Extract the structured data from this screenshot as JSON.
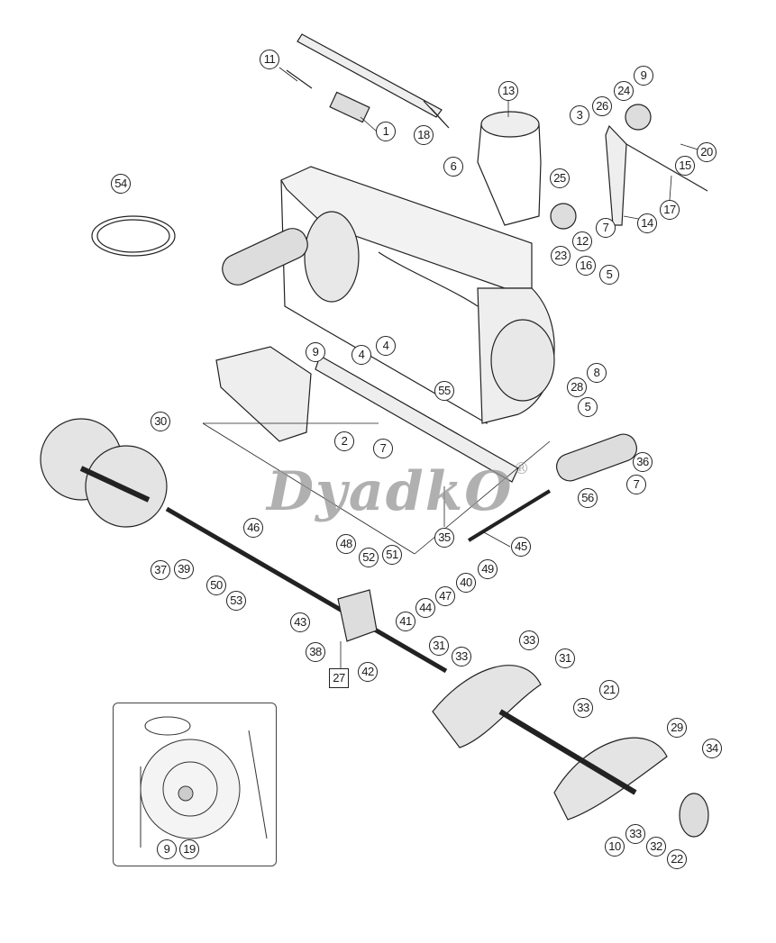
{
  "watermark": {
    "text": "DyadkO",
    "mark": "®"
  },
  "callouts": [
    {
      "id": "11"
    },
    {
      "id": "1"
    },
    {
      "id": "18"
    },
    {
      "id": "13"
    },
    {
      "id": "9"
    },
    {
      "id": "24"
    },
    {
      "id": "26"
    },
    {
      "id": "3"
    },
    {
      "id": "20"
    },
    {
      "id": "15"
    },
    {
      "id": "17"
    },
    {
      "id": "14"
    },
    {
      "id": "25"
    },
    {
      "id": "7"
    },
    {
      "id": "12"
    },
    {
      "id": "23"
    },
    {
      "id": "16"
    },
    {
      "id": "5"
    },
    {
      "id": "6"
    },
    {
      "id": "54"
    },
    {
      "id": "9"
    },
    {
      "id": "4"
    },
    {
      "id": "4"
    },
    {
      "id": "8"
    },
    {
      "id": "28"
    },
    {
      "id": "5"
    },
    {
      "id": "55"
    },
    {
      "id": "30"
    },
    {
      "id": "2"
    },
    {
      "id": "7"
    },
    {
      "id": "35"
    },
    {
      "id": "36"
    },
    {
      "id": "7"
    },
    {
      "id": "56"
    },
    {
      "id": "46"
    },
    {
      "id": "37"
    },
    {
      "id": "39"
    },
    {
      "id": "50"
    },
    {
      "id": "53"
    },
    {
      "id": "48"
    },
    {
      "id": "52"
    },
    {
      "id": "51"
    },
    {
      "id": "45"
    },
    {
      "id": "49"
    },
    {
      "id": "40"
    },
    {
      "id": "47"
    },
    {
      "id": "44"
    },
    {
      "id": "41"
    },
    {
      "id": "43"
    },
    {
      "id": "38"
    },
    {
      "id": "27"
    },
    {
      "id": "42"
    },
    {
      "id": "31"
    },
    {
      "id": "33"
    },
    {
      "id": "33"
    },
    {
      "id": "31"
    },
    {
      "id": "21"
    },
    {
      "id": "33"
    },
    {
      "id": "29"
    },
    {
      "id": "34"
    },
    {
      "id": "10"
    },
    {
      "id": "33"
    },
    {
      "id": "32"
    },
    {
      "id": "22"
    },
    {
      "id": "9"
    },
    {
      "id": "19"
    }
  ]
}
